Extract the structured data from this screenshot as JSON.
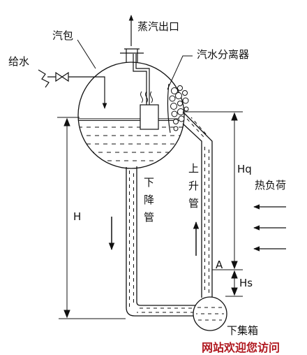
{
  "labels": {
    "steam_outlet": "蒸汽出口",
    "drum": "汽包",
    "feedwater": "给水",
    "separator": "汽水分离器",
    "downcomer": [
      "下",
      "降",
      "管"
    ],
    "riser": [
      "上",
      "升",
      "管"
    ],
    "height_h": "H",
    "height_hq": "Hq",
    "height_hs": "Hs",
    "point_a": "A",
    "heat_load": "热负荷",
    "lower_header": "下集箱"
  },
  "watermark": "网站欢迎您访问",
  "colors": {
    "line": "#111111",
    "watermark": "#b0181f",
    "background": "#ffffff"
  }
}
